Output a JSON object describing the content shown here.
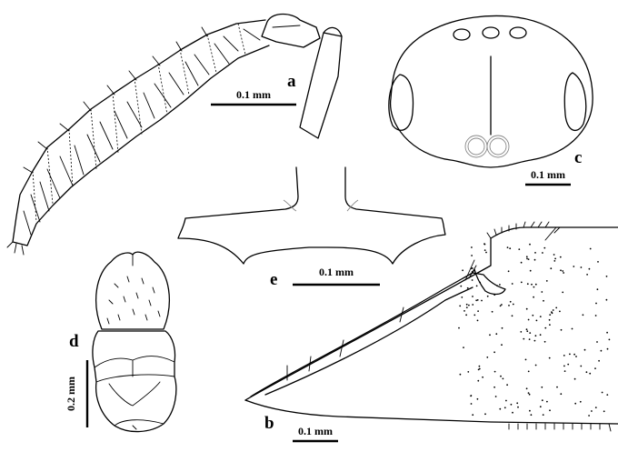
{
  "figure": {
    "panels": [
      {
        "id": "a",
        "label": "a",
        "scale": "0.1 mm",
        "subject": "antenna"
      },
      {
        "id": "b",
        "label": "b",
        "scale": "0.1 mm",
        "subject": "wing"
      },
      {
        "id": "c",
        "label": "c",
        "scale": "0.1 mm",
        "subject": "head"
      },
      {
        "id": "d",
        "label": "d",
        "scale": "0.2 mm",
        "subject": "body"
      },
      {
        "id": "e",
        "label": "e",
        "scale": "0.1 mm",
        "subject": "plate"
      }
    ]
  }
}
